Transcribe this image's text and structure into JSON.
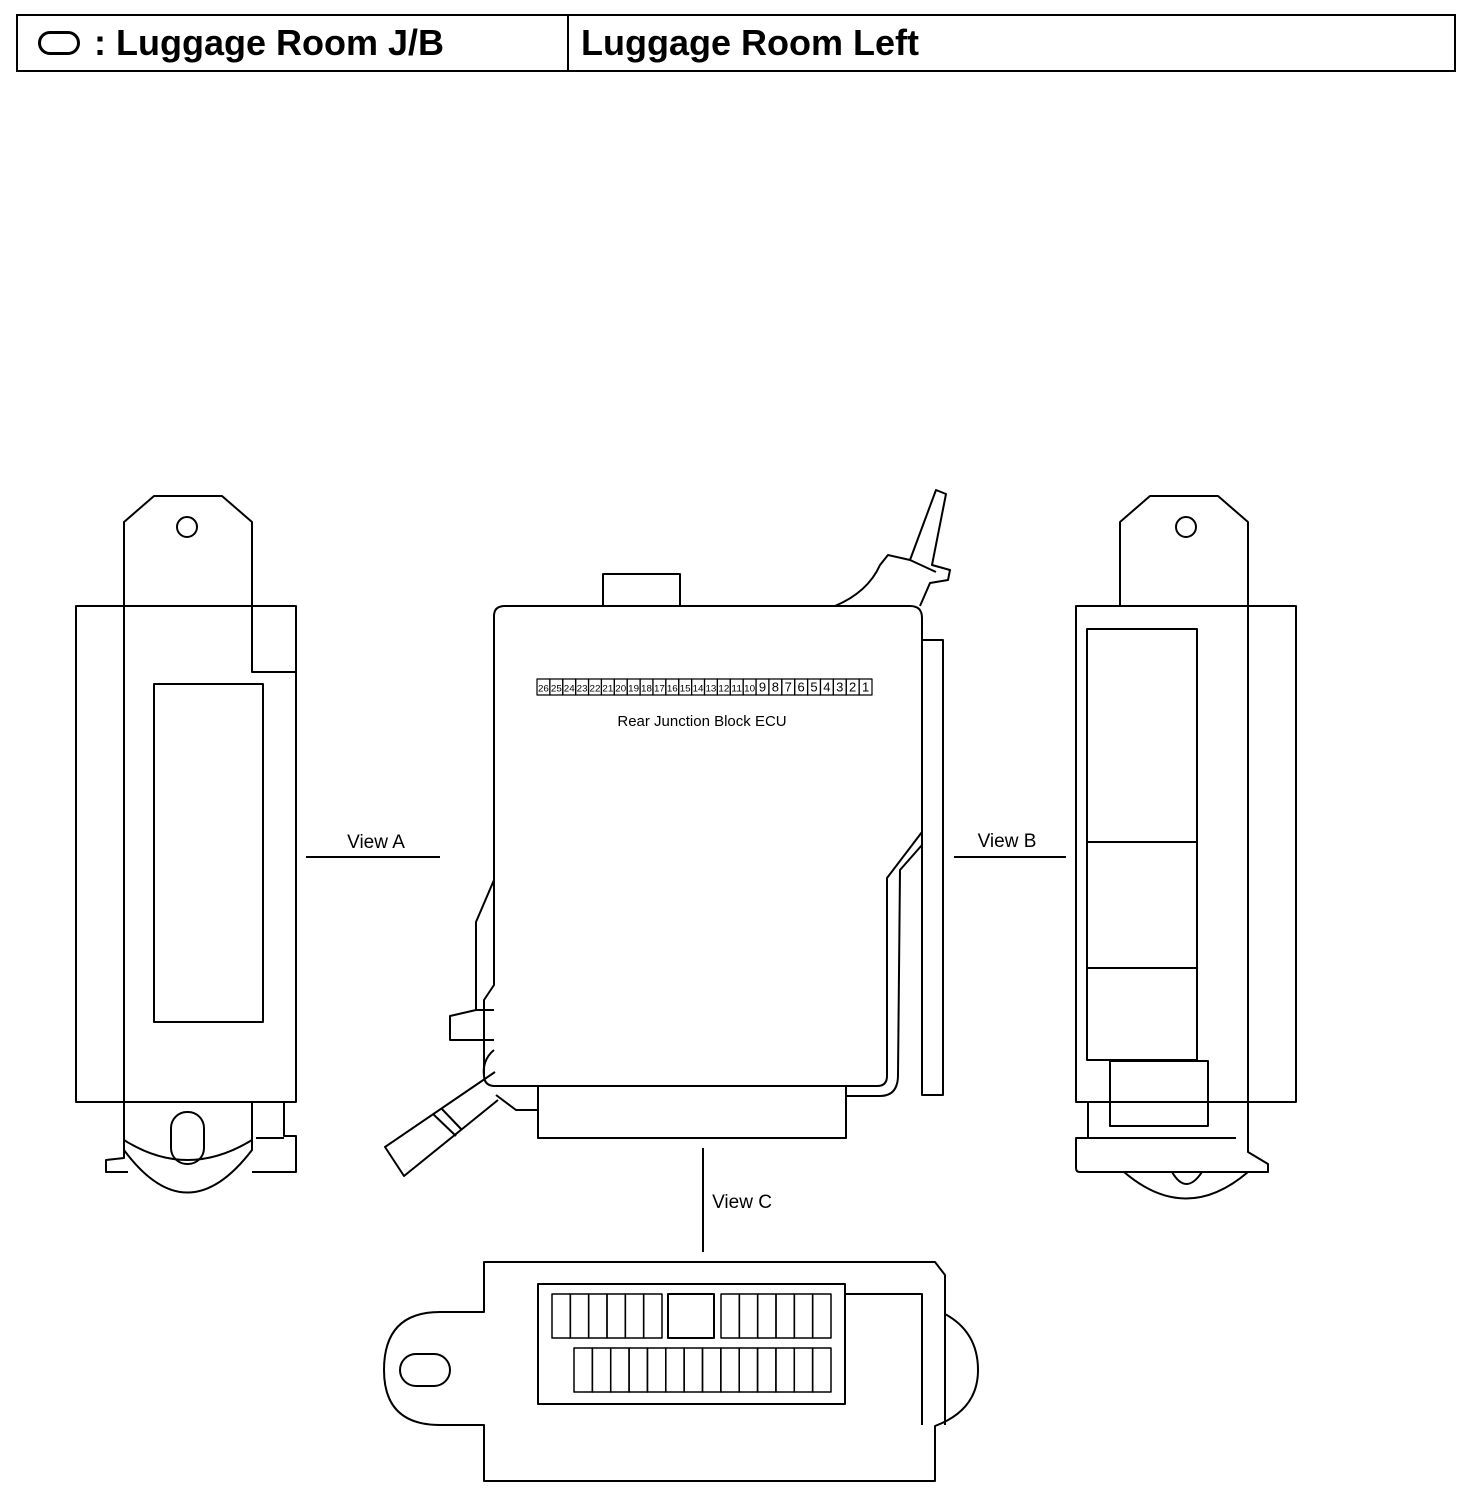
{
  "header": {
    "legend_icon": "rounded-rect-icon",
    "jb_label": ": Luggage Room J/B",
    "location": "Luggage Room Left"
  },
  "diagram": {
    "ecu_label": "Rear Junction Block ECU",
    "view_a": "View A",
    "view_b": "View B",
    "view_c": "View C",
    "pins": [
      "26",
      "25",
      "24",
      "23",
      "22",
      "21",
      "20",
      "19",
      "18",
      "17",
      "16",
      "15",
      "14",
      "13",
      "12",
      "11",
      "10",
      "9",
      "8",
      "7",
      "6",
      "5",
      "4",
      "3",
      "2",
      "1"
    ]
  }
}
